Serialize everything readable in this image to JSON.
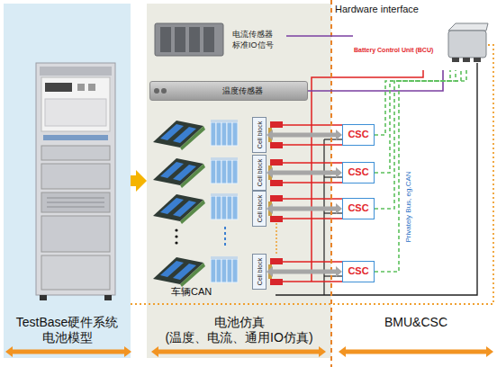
{
  "diagram": {
    "nodes": [
      {
        "text": [
          "TestBase硬件系统 电池模型"
        ]
      },
      {
        "text": [
          "电池仿真 (温度、电流、通用IO仿真)"
        ]
      },
      {
        "text": [
          "电流传感器 标准IO信号"
        ],
        "in": 1
      },
      {
        "text": [
          "温度传感器"
        ],
        "in": 1
      },
      {
        "text": [
          "Cell block"
        ],
        "in": 1
      },
      {
        "text": [
          "Cell block"
        ],
        "in": 1
      },
      {
        "text": [
          "Cell block"
        ],
        "in": 1
      },
      {
        "text": [
          "Cell block"
        ],
        "in": 1
      },
      {
        "text": [
          "Battery Control Unit (BCU)"
        ]
      },
      {
        "text": [
          "CSC"
        ]
      },
      {
        "text": [
          "CSC"
        ]
      },
      {
        "text": [
          "CSC"
        ]
      },
      {
        "text": [
          "CSC"
        ]
      }
    ],
    "edges": [
      {
        "from": 0,
        "to": 1,
        "arrow": "to"
      },
      {
        "from": 4,
        "to": 9,
        "arrow": "both"
      },
      {
        "from": 5,
        "to": 10,
        "arrow": "both"
      },
      {
        "from": 6,
        "to": 11,
        "arrow": "both"
      },
      {
        "from": 7,
        "to": 12,
        "arrow": "both"
      },
      {
        "from": 2,
        "to": 8,
        "arrow": "none"
      },
      {
        "from": 3,
        "to": 8,
        "arrow": "none"
      },
      {
        "from": 9,
        "to": 8,
        "arrow": "none"
      },
      {
        "from": 10,
        "to": 8,
        "arrow": "none"
      },
      {
        "from": 11,
        "to": 8,
        "arrow": "none"
      },
      {
        "from": 12,
        "to": 8,
        "arrow": "none"
      },
      {
        "from": 8,
        "to": 0,
        "label": "车辆CAN",
        "arrow": "none"
      }
    ],
    "labels": [
      "Hardware interface",
      "Privately Bus, eg.CAN",
      "BMU&CSC"
    ]
  }
}
